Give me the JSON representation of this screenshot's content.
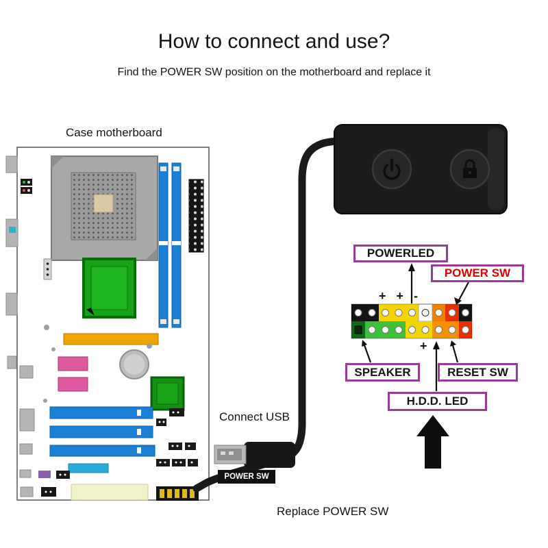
{
  "title": "How to connect and use?",
  "subtitle": "Find the POWER SW position on the motherboard and replace it",
  "motherboard": {
    "label": "Case motherboard"
  },
  "device": {
    "icons": {
      "power": "power-icon",
      "lock": "lock-icon"
    }
  },
  "header_labels": {
    "powerled": "POWERLED",
    "power_sw": "POWER SW",
    "speaker": "SPEAKER",
    "reset_sw": "RESET SW",
    "hdd_led": "H.D.D. LED"
  },
  "pin_annotations": {
    "top_markers": "+ + -",
    "bottom_marker": "+"
  },
  "captions": {
    "connect_usb": "Connect USB",
    "power_sw_tag": "POWER SW",
    "replace_power_sw": "Replace POWER SW"
  },
  "colors": {
    "label_border": "#9c3a9c",
    "power_sw_text": "#e00000",
    "slot_blue": "#1b7fd4",
    "cpu_green": "#17a317",
    "slot_orange": "#efa400",
    "slot_pink": "#df5a9e",
    "pin_yellow": "#f2d400",
    "pin_green": "#3cc235",
    "pin_orange": "#f59000",
    "pin_red": "#e63000",
    "device_black": "#1c1c1c"
  }
}
